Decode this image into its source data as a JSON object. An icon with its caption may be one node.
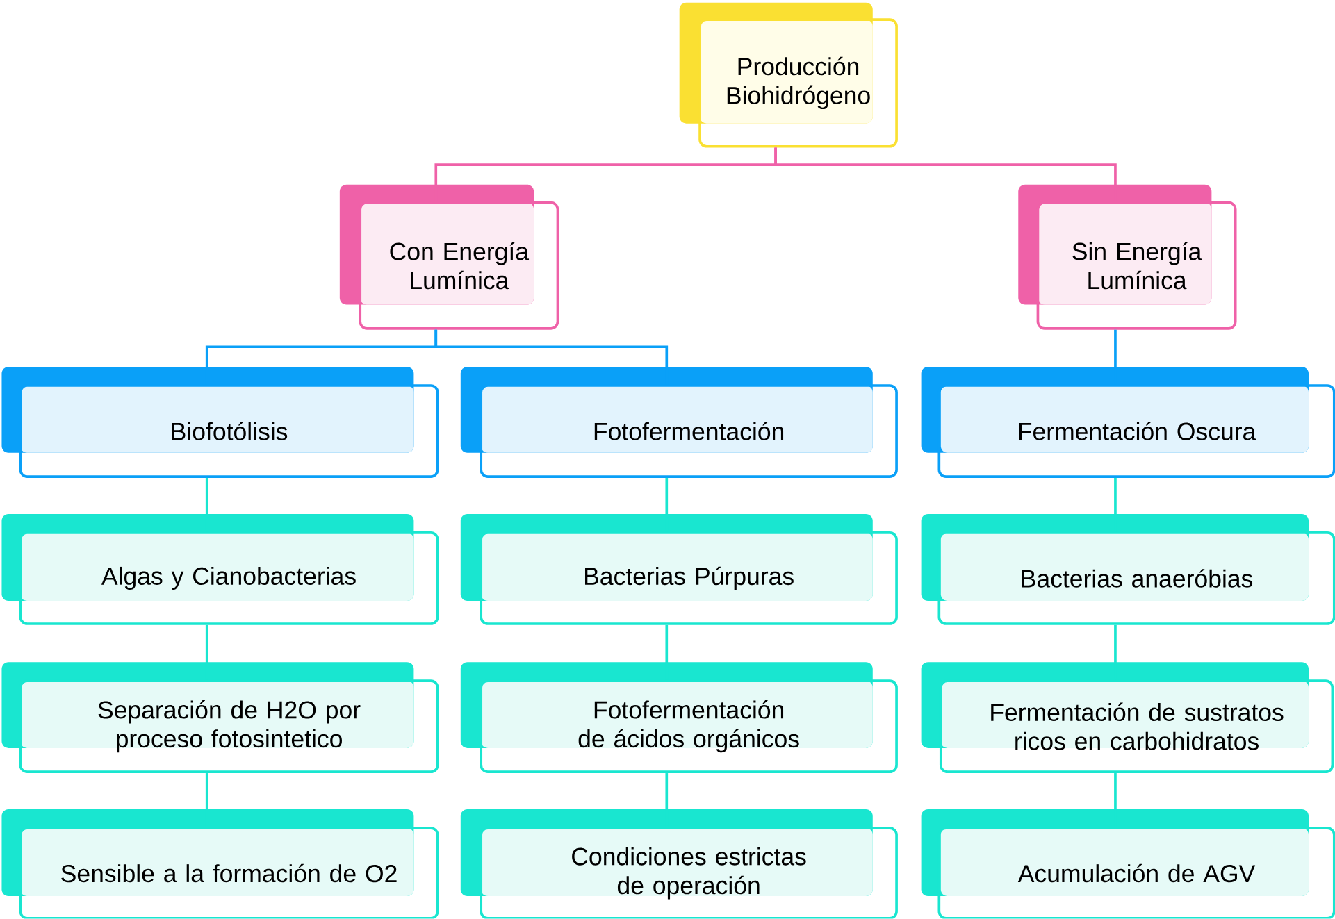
{
  "diagram": {
    "nodes": [
      {
        "text": [
          "Producción Biohidrógeno"
        ]
      },
      {
        "text": [
          "Con Energía Lumínica"
        ]
      },
      {
        "text": [
          "Sin Energía Lumínica"
        ]
      },
      {
        "text": [
          "Biofotólisis"
        ]
      },
      {
        "text": [
          "Fotofermentación"
        ]
      },
      {
        "text": [
          "Fermentación Oscura"
        ]
      },
      {
        "text": [
          "Algas y Cianobacterias"
        ]
      },
      {
        "text": [
          "Bacterias Púrpuras"
        ]
      },
      {
        "text": [
          "Bacterias anaeróbias"
        ]
      },
      {
        "text": [
          "Separación de H2O por proceso fotosintetico"
        ]
      },
      {
        "text": [
          "Fotofermentación de ácidos orgánicos"
        ]
      },
      {
        "text": [
          "Fermentación de sustratos ricos en carbohidratos"
        ]
      },
      {
        "text": [
          "Sensible a la formación de O2"
        ]
      },
      {
        "text": [
          "Condiciones estrictas de operación"
        ]
      },
      {
        "text": [
          "Acumulación de AGV"
        ]
      }
    ],
    "edges": [
      {
        "from": 0,
        "to": 1,
        "arrow": "none",
        "color": "#ef61a8"
      },
      {
        "from": 0,
        "to": 2,
        "arrow": "none",
        "color": "#ef61a8"
      },
      {
        "from": 1,
        "to": 3,
        "arrow": "none",
        "color": "#0aa0f8"
      },
      {
        "from": 1,
        "to": 4,
        "arrow": "none",
        "color": "#0aa0f8"
      },
      {
        "from": 2,
        "to": 5,
        "arrow": "none",
        "color": "#0aa0f8"
      },
      {
        "from": 3,
        "to": 6,
        "arrow": "none"
      },
      {
        "from": 6,
        "to": 9,
        "arrow": "none"
      },
      {
        "from": 9,
        "to": 12,
        "arrow": "none"
      },
      {
        "from": 4,
        "to": 7,
        "arrow": "none"
      },
      {
        "from": 7,
        "to": 10,
        "arrow": "none"
      },
      {
        "from": 10,
        "to": 13,
        "arrow": "none"
      },
      {
        "from": 5,
        "to": 8,
        "arrow": "none"
      },
      {
        "from": 8,
        "to": 11,
        "arrow": "none"
      },
      {
        "from": 11,
        "to": 14,
        "arrow": "none"
      }
    ]
  }
}
